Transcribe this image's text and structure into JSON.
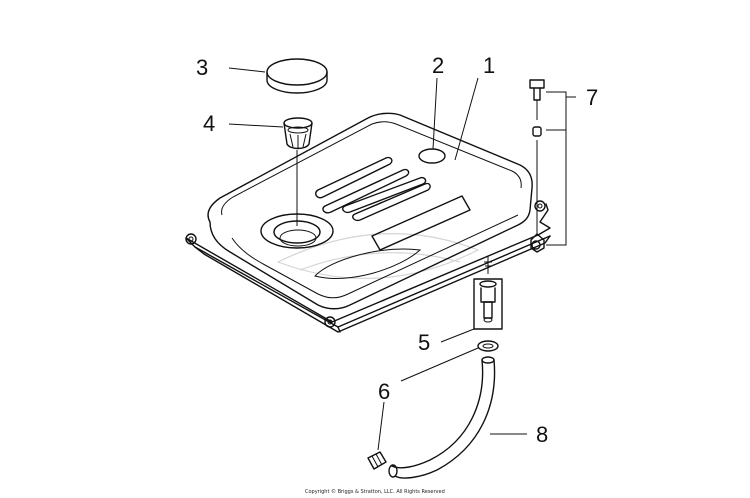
{
  "callouts": [
    {
      "id": "1",
      "label": "1"
    },
    {
      "id": "2",
      "label": "2"
    },
    {
      "id": "3",
      "label": "3"
    },
    {
      "id": "4",
      "label": "4"
    },
    {
      "id": "5",
      "label": "5"
    },
    {
      "id": "6",
      "label": "6"
    },
    {
      "id": "7",
      "label": "7"
    },
    {
      "id": "8",
      "label": "8"
    }
  ],
  "copyright": "Copyright © Briggs & Stratton, LLC. All Rights Reserved"
}
